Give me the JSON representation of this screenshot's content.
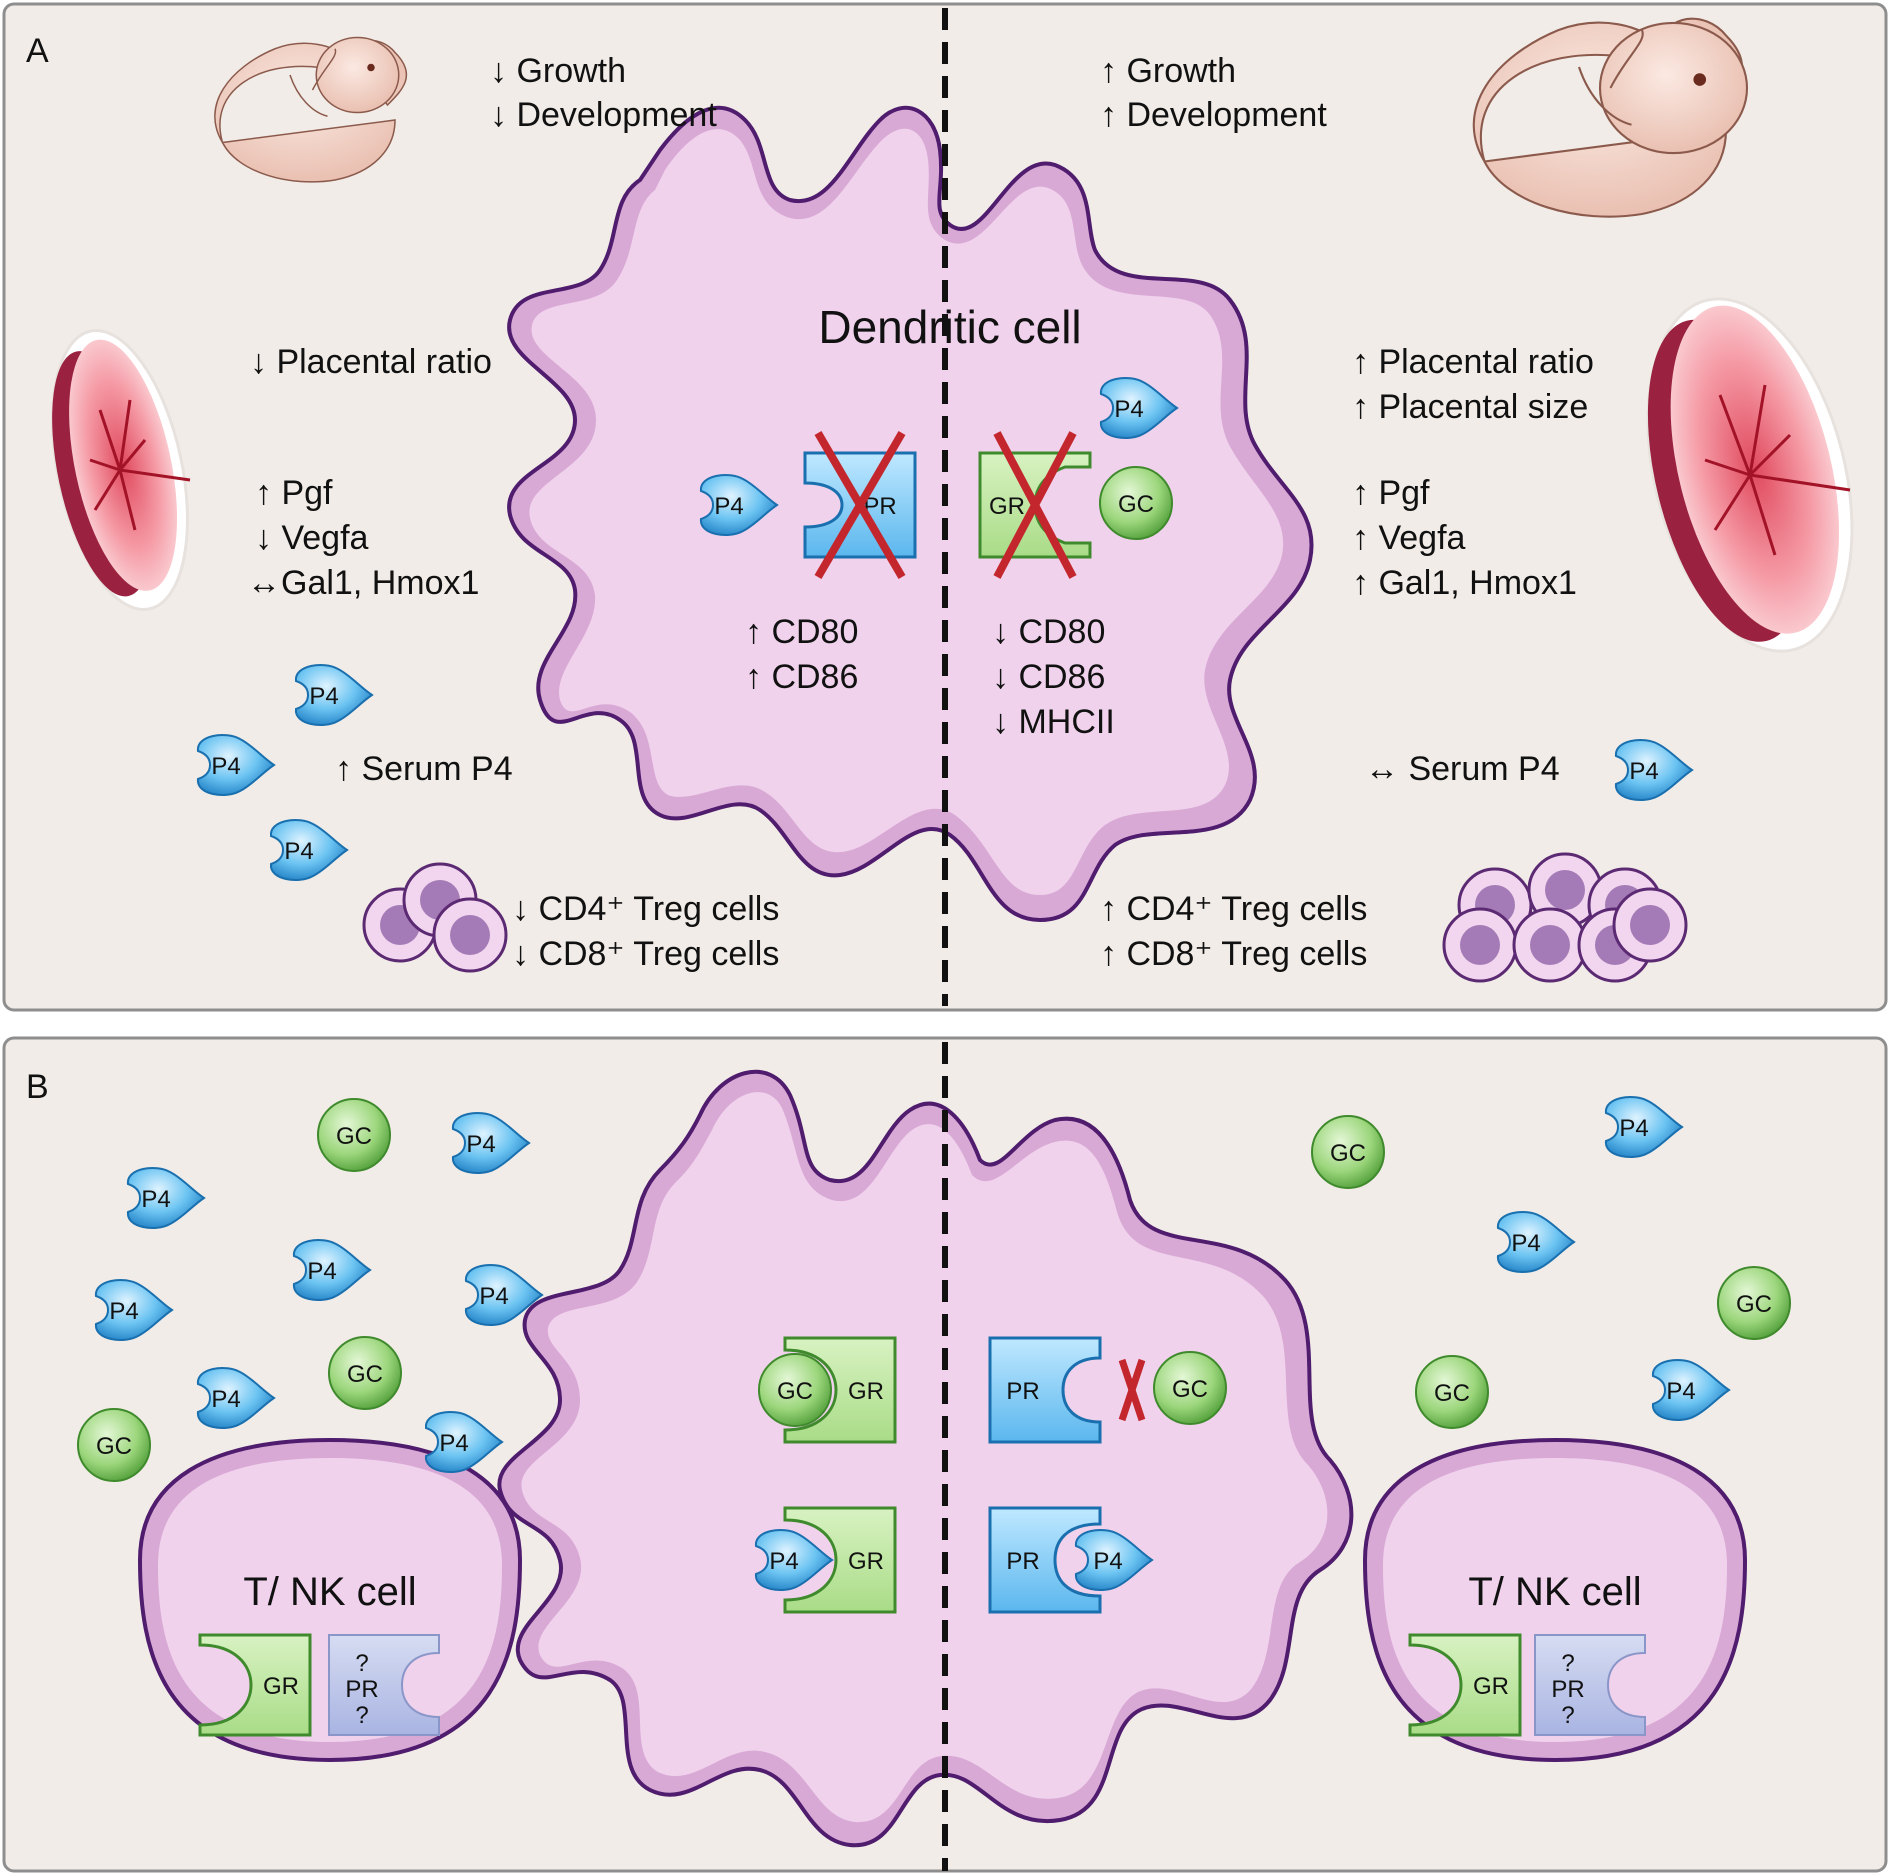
{
  "labels": {
    "p4": "P4",
    "gc": "GC",
    "pr": "PR",
    "gr": "GR",
    "question": "?"
  },
  "panel_a": {
    "letter": "A",
    "cell_label": "Dendritic cell",
    "left": {
      "growth": "↓ Growth",
      "development": "↓ Development",
      "placental_ratio": "↓ Placental ratio",
      "pgf": "↑ Pgf",
      "vegfa": "↓ Vegfa",
      "gal1_hmox1": "↔Gal1, Hmox1",
      "serum_p4": "↑ Serum P4",
      "cd4_treg": "↓ CD4⁺ Treg cells",
      "cd8_treg": "↓ CD8⁺ Treg cells"
    },
    "right": {
      "growth": "↑ Growth",
      "development": "↑ Development",
      "placental_ratio": "↑ Placental ratio",
      "placental_size": "↑ Placental size",
      "pgf": "↑ Pgf",
      "vegfa": "↑ Vegfa",
      "gal1_hmox1": "↑ Gal1, Hmox1",
      "serum_p4": "↔ Serum P4",
      "cd4_treg": "↑ CD4⁺ Treg cells",
      "cd8_treg": "↑ CD8⁺ Treg cells"
    },
    "cell_left": {
      "cd80": "↑  CD80",
      "cd86": "↑  CD86"
    },
    "cell_right": {
      "cd80": "↓ CD80",
      "cd86": "↓ CD86",
      "mhcii": "↓ MHCII"
    }
  },
  "panel_b": {
    "letter": "B",
    "tnk_label": "T/ NK cell"
  },
  "colors": {
    "panel_background": "#f1ece7",
    "cell_membrane": "#d9a9d6",
    "cell_cytoplasm": "#f0d2ec",
    "p4_blue": "#6cc4f2",
    "gc_green": "#9cd67c",
    "knockout_red": "#c3272d"
  }
}
